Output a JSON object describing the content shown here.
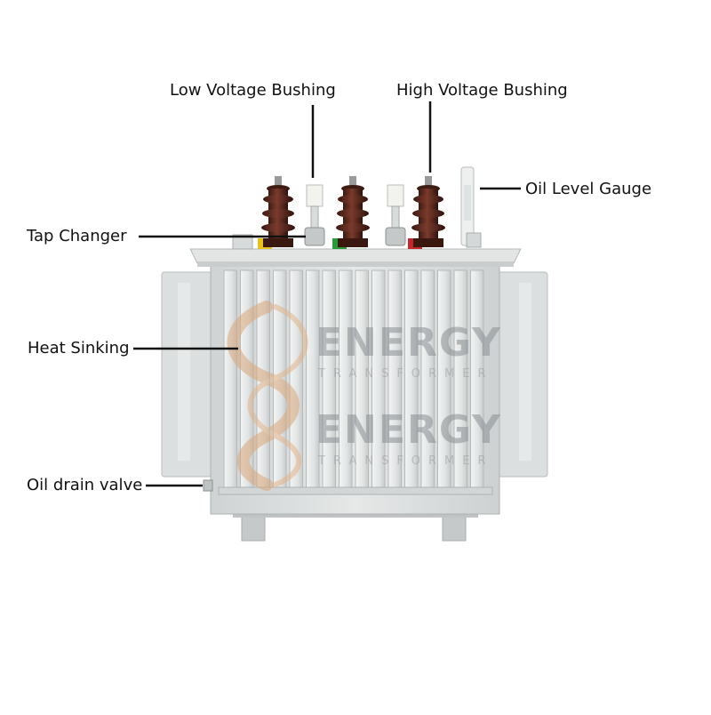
{
  "labels": {
    "low_voltage_bushing": "Low Voltage Bushing",
    "high_voltage_bushing": "High Voltage Bushing",
    "oil_level_gauge": "Oil Level Gauge",
    "tap_changer": "Tap Changer",
    "heat_sinking": "Heat Sinking",
    "oil_drain_valve": "Oil drain valve"
  },
  "watermark": {
    "brand": "ENERGY",
    "tagline": "TRANSFORMER"
  },
  "colors": {
    "tank_body": "#dcdfdf",
    "fin": "#eceeee",
    "bushing_porcelain": "#5a2a20",
    "watermark_accent": "#d9a77a",
    "label_line": "#111111",
    "marker_yellow": "#e8c21a",
    "marker_green": "#2a9a3a",
    "marker_red": "#c8252a"
  }
}
